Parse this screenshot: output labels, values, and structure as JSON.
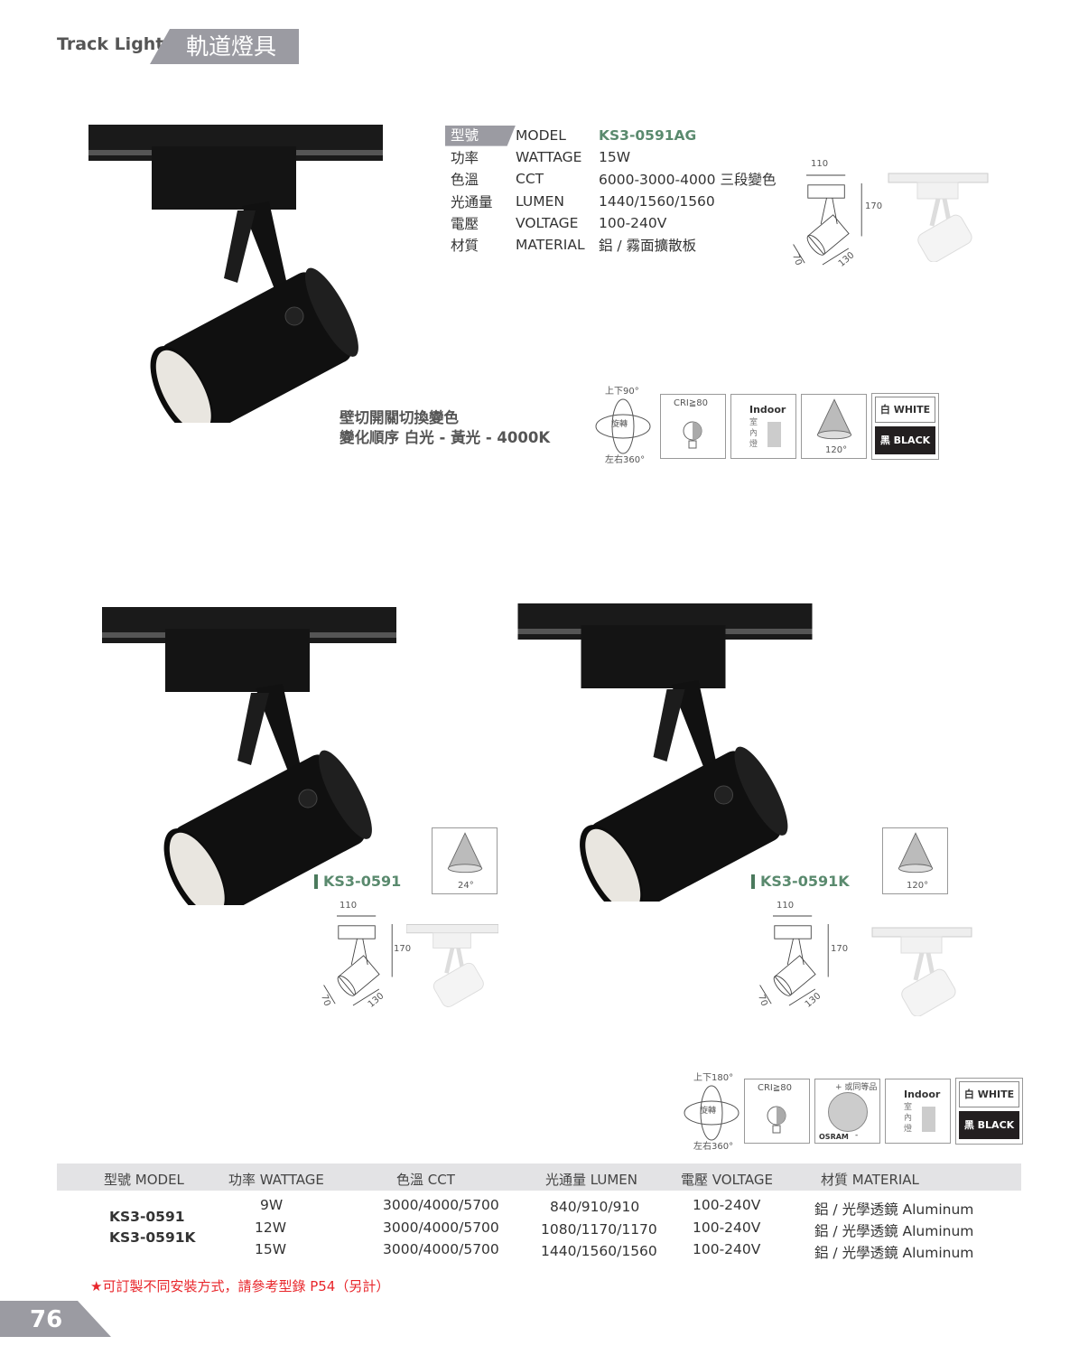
{
  "header": {
    "category_en": "Track Light",
    "category_zh": "軌道燈具"
  },
  "product1": {
    "specs": [
      {
        "zh": "型號",
        "en": "MODEL",
        "value": "KS3-0591AG"
      },
      {
        "zh": "功率",
        "en": "WATTAGE",
        "value": "15W"
      },
      {
        "zh": "色溫",
        "en": "CCT",
        "value": "6000-3000-4000 三段變色"
      },
      {
        "zh": "光通量",
        "en": "LUMEN",
        "value": "1440/1560/1560"
      },
      {
        "zh": "電壓",
        "en": "VOLTAGE",
        "value": "100-240V"
      },
      {
        "zh": "材質",
        "en": "MATERIAL",
        "value": "鋁 / 霧面擴散板"
      }
    ],
    "dims": {
      "w": "110",
      "h": "170",
      "d": "70",
      "l": "130"
    },
    "note_line1": "壁切開關切換變色",
    "note_line2": "變化順序 白光 - 黃光 - 4000K",
    "icons": {
      "tilt": "上下90°",
      "rotate": "旋轉",
      "pan": "左右360°",
      "cri": "CRI≧80",
      "indoor": "Indoor",
      "indoor_zh": "室內燈",
      "beam": "120°",
      "white": "白 WHITE",
      "black": "黑 BLACK"
    }
  },
  "product2": {
    "model": "KS3-0591",
    "beam": "24°",
    "dims": {
      "w": "110",
      "h": "170",
      "d": "70",
      "l": "130"
    }
  },
  "product3": {
    "model": "KS3-0591K",
    "beam": "120°",
    "dims": {
      "w": "110",
      "h": "170",
      "d": "70",
      "l": "130"
    }
  },
  "icons2": {
    "tilt": "上下180°",
    "rotate": "旋轉",
    "pan": "左右360°",
    "cri": "CRI≧80",
    "osram_note": "+ 或同等品",
    "osram": "OSRAM",
    "minus": "-",
    "indoor": "Indoor",
    "indoor_zh": "室內燈",
    "white": "白 WHITE",
    "black": "黑 BLACK"
  },
  "table": {
    "headers": [
      "型號 MODEL",
      "功率 WATTAGE",
      "色溫 CCT",
      "光通量 LUMEN",
      "電壓 VOLTAGE",
      "材質 MATERIAL"
    ],
    "models": [
      "KS3-0591",
      "KS3-0591K"
    ],
    "rows": [
      {
        "wattage": "9W",
        "cct": "3000/4000/5700",
        "lumen": "840/910/910",
        "voltage": "100-240V",
        "material": "鋁 / 光學透鏡 Aluminum"
      },
      {
        "wattage": "12W",
        "cct": "3000/4000/5700",
        "lumen": "1080/1170/1170",
        "voltage": "100-240V",
        "material": "鋁 / 光學透鏡 Aluminum"
      },
      {
        "wattage": "15W",
        "cct": "3000/4000/5700",
        "lumen": "1440/1560/1560",
        "voltage": "100-240V",
        "material": "鋁 / 光學透鏡 Aluminum"
      }
    ]
  },
  "footnote": "★可訂製不同安裝方式，請參考型錄 P54（另計）",
  "page_number": "76",
  "colors": {
    "accent_green": "#5a8a6e",
    "tag_gray": "#9b9ba2",
    "note_red": "#e8262b"
  }
}
